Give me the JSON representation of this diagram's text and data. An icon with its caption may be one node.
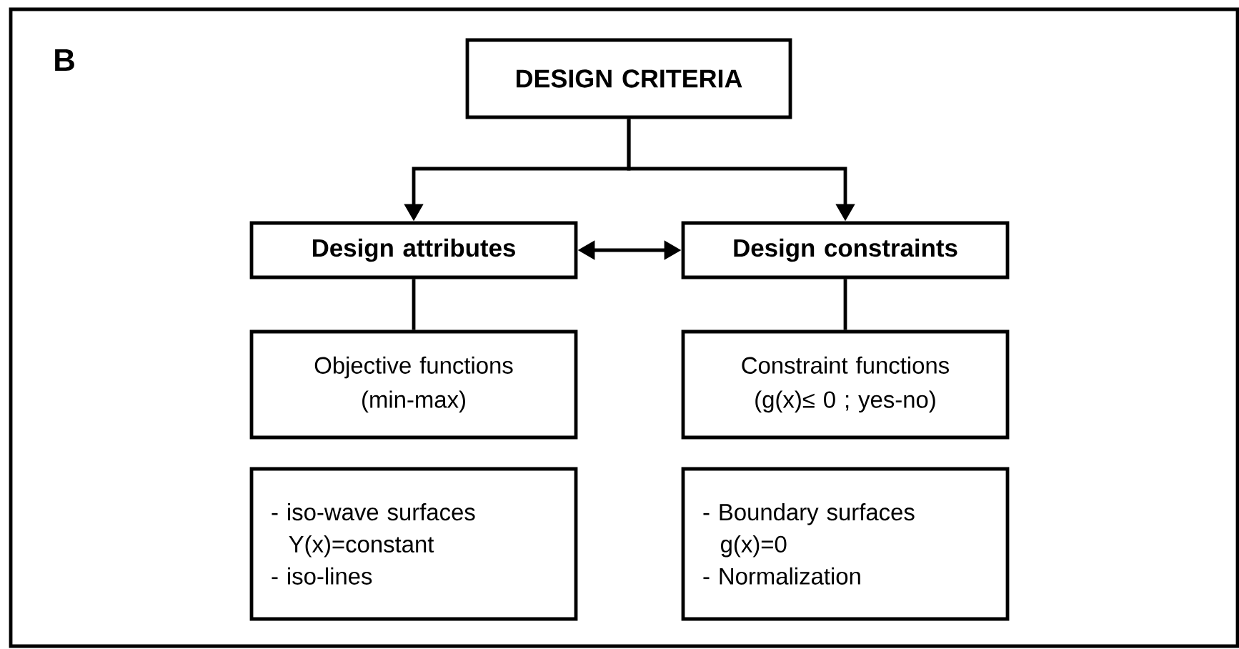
{
  "diagram": {
    "nodes": [
      {
        "text": [
          "DESIGN CRITERIA"
        ]
      },
      {
        "text": [
          "Design attributes"
        ]
      },
      {
        "text": [
          "Design constraints"
        ]
      },
      {
        "text": [
          "Objective functions (min-max)"
        ]
      },
      {
        "text": [
          "Constraint functions (g(x)≤ 0 ; yes-no)"
        ]
      },
      {
        "text": [
          "- iso-wave surfaces Y(x)=constant",
          "- iso-lines"
        ]
      },
      {
        "text": [
          "- Boundary surfaces g(x)=0",
          "- Normalization"
        ]
      }
    ],
    "edges": [
      {
        "from": 0,
        "to": 1,
        "arrow": "to"
      },
      {
        "from": 0,
        "to": 2,
        "arrow": "to"
      },
      {
        "from": 1,
        "to": 2,
        "arrow": "both"
      },
      {
        "from": 1,
        "to": 3,
        "arrow": "none"
      },
      {
        "from": 2,
        "to": 4,
        "arrow": "none"
      }
    ],
    "labels": [
      "B"
    ]
  }
}
